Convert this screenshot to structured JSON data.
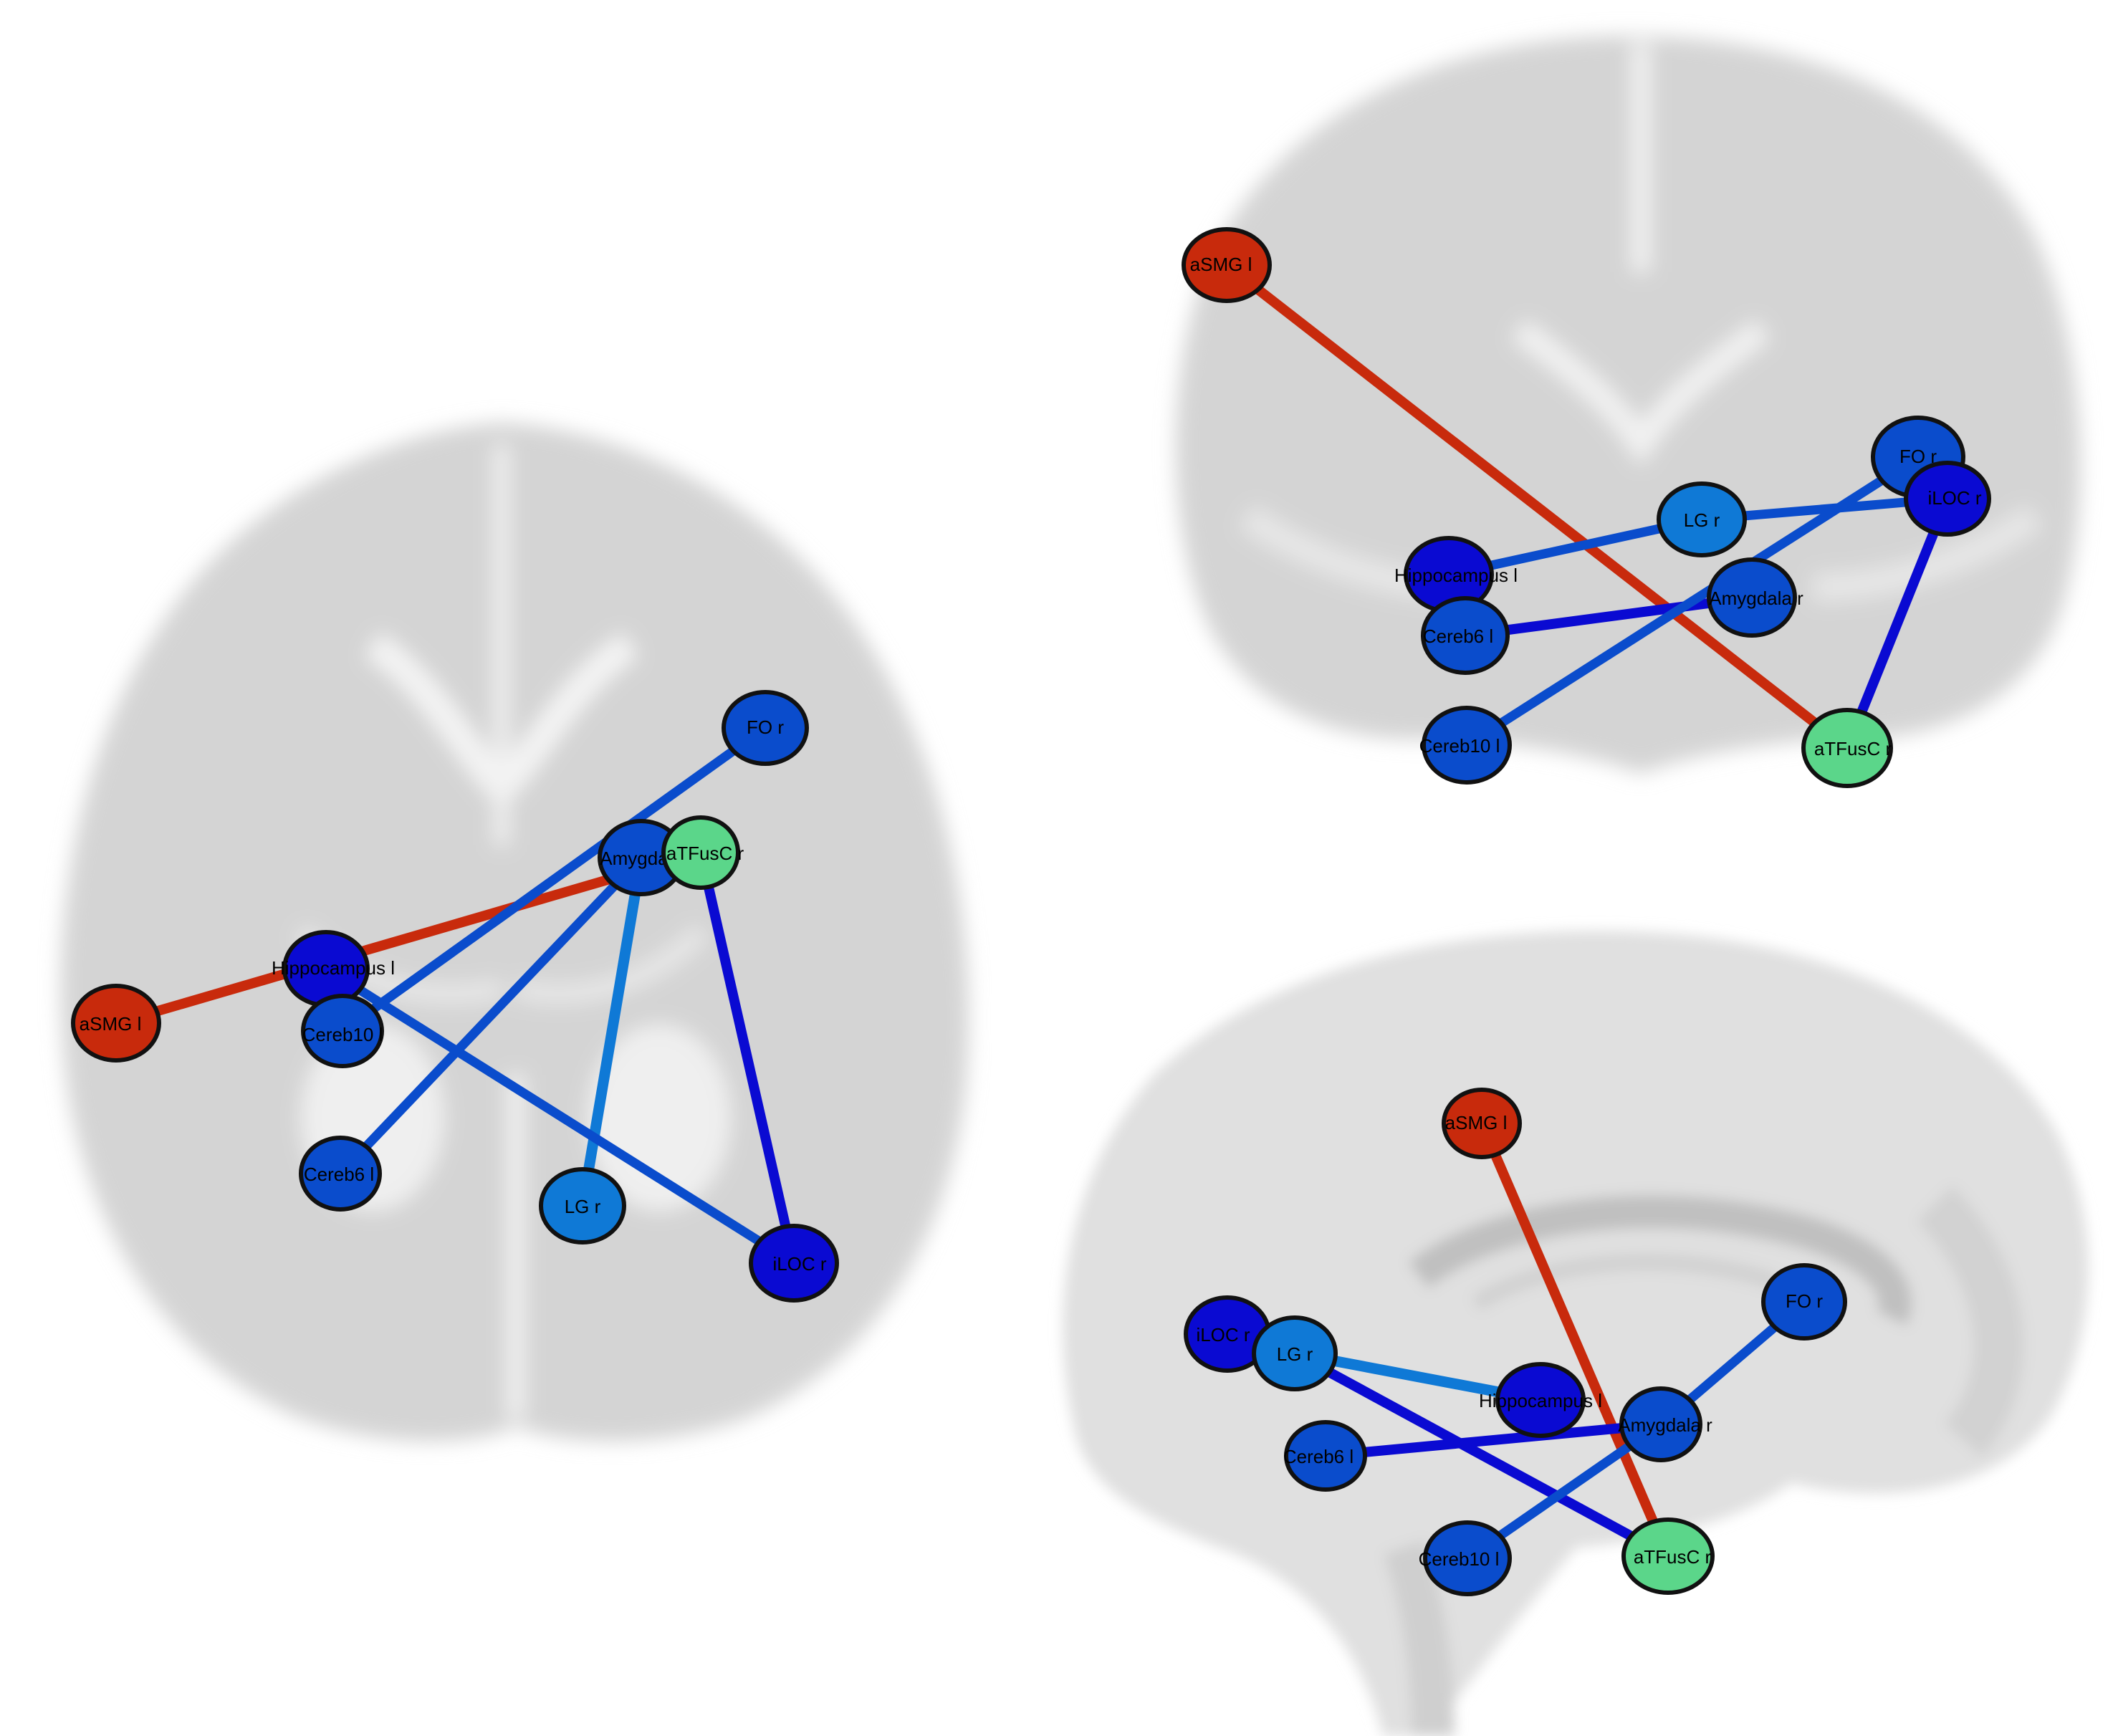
{
  "colors": {
    "red": "#c82a0c",
    "dark_blue": "#0a0ad2",
    "mid_blue": "#0a4ccc",
    "light_blue": "#0f79d6",
    "green": "#5bd68a",
    "outline": "#111111",
    "brain_fill": "#cfcfcf"
  },
  "views": [
    {
      "id": "axial",
      "nodes": [
        {
          "id": "FO_r",
          "label": "FO r",
          "color": "mid_blue"
        },
        {
          "id": "Amygdala_r",
          "label": "Amygdala r",
          "color": "mid_blue"
        },
        {
          "id": "aTFusC_r",
          "label": "aTFusC r",
          "color": "green"
        },
        {
          "id": "Hippocampus_l",
          "label": "Hippocampus l",
          "color": "dark_blue"
        },
        {
          "id": "Cereb10_l",
          "label": "Cereb10 l",
          "color": "mid_blue"
        },
        {
          "id": "aSMG_l",
          "label": "aSMG l",
          "color": "red"
        },
        {
          "id": "Cereb6_l",
          "label": "Cereb6 l",
          "color": "mid_blue"
        },
        {
          "id": "LG_r",
          "label": "LG r",
          "color": "light_blue"
        },
        {
          "id": "iLOC_r",
          "label": "iLOC r",
          "color": "dark_blue"
        }
      ],
      "edges": [
        {
          "from": "aSMG_l",
          "to": "aTFusC_r",
          "color": "red"
        },
        {
          "from": "FO_r",
          "to": "Cereb10_l",
          "color": "mid_blue"
        },
        {
          "from": "Amygdala_r",
          "to": "Cereb6_l",
          "color": "mid_blue"
        },
        {
          "from": "Amygdala_r",
          "to": "LG_r",
          "color": "light_blue"
        },
        {
          "from": "aTFusC_r",
          "to": "iLOC_r",
          "color": "dark_blue"
        },
        {
          "from": "Hippocampus_l",
          "to": "iLOC_r",
          "color": "mid_blue"
        }
      ]
    },
    {
      "id": "coronal",
      "nodes": [
        {
          "id": "aSMG_l",
          "label": "aSMG l",
          "color": "red"
        },
        {
          "id": "FO_r",
          "label": "FO r",
          "color": "mid_blue"
        },
        {
          "id": "iLOC_r",
          "label": "iLOC r",
          "color": "dark_blue"
        },
        {
          "id": "LG_r",
          "label": "LG r",
          "color": "light_blue"
        },
        {
          "id": "Hippocampus_l",
          "label": "Hippocampus l",
          "color": "dark_blue"
        },
        {
          "id": "Amygdala_r",
          "label": "Amygdala r",
          "color": "mid_blue"
        },
        {
          "id": "Cereb6_l",
          "label": "Cereb6 l",
          "color": "mid_blue"
        },
        {
          "id": "Cereb10_l",
          "label": "Cereb10 l",
          "color": "mid_blue"
        },
        {
          "id": "aTFusC_r",
          "label": "aTFusC r",
          "color": "green"
        }
      ],
      "edges": [
        {
          "from": "aSMG_l",
          "to": "aTFusC_r",
          "color": "red"
        },
        {
          "from": "Hippocampus_l",
          "to": "LG_r",
          "color": "mid_blue"
        },
        {
          "from": "LG_r",
          "to": "iLOC_r",
          "color": "mid_blue"
        },
        {
          "from": "Cereb6_l",
          "to": "Amygdala_r",
          "color": "dark_blue"
        },
        {
          "from": "Cereb10_l",
          "to": "FO_r",
          "color": "mid_blue"
        },
        {
          "from": "iLOC_r",
          "to": "aTFusC_r",
          "color": "dark_blue"
        }
      ]
    },
    {
      "id": "sagittal",
      "nodes": [
        {
          "id": "aSMG_l",
          "label": "aSMG l",
          "color": "red"
        },
        {
          "id": "FO_r",
          "label": "FO r",
          "color": "mid_blue"
        },
        {
          "id": "iLOC_r",
          "label": "iLOC r",
          "color": "dark_blue"
        },
        {
          "id": "LG_r",
          "label": "LG r",
          "color": "light_blue"
        },
        {
          "id": "Hippocampus_l",
          "label": "Hippocampus l",
          "color": "dark_blue"
        },
        {
          "id": "Amygdala_r",
          "label": "Amygdala r",
          "color": "mid_blue"
        },
        {
          "id": "Cereb6_l",
          "label": "Cereb6 l",
          "color": "mid_blue"
        },
        {
          "id": "Cereb10_l",
          "label": "Cereb10 l",
          "color": "mid_blue"
        },
        {
          "id": "aTFusC_r",
          "label": "aTFusC r",
          "color": "green"
        }
      ],
      "edges": [
        {
          "from": "aSMG_l",
          "to": "aTFusC_r",
          "color": "red"
        },
        {
          "from": "LG_r",
          "to": "Hippocampus_l",
          "color": "light_blue"
        },
        {
          "from": "LG_r",
          "to": "aTFusC_r",
          "color": "dark_blue"
        },
        {
          "from": "Cereb6_l",
          "to": "Amygdala_r",
          "color": "dark_blue"
        },
        {
          "from": "Amygdala_r",
          "to": "FO_r",
          "color": "mid_blue"
        },
        {
          "from": "Amygdala_r",
          "to": "Cereb10_l",
          "color": "mid_blue"
        }
      ]
    }
  ]
}
